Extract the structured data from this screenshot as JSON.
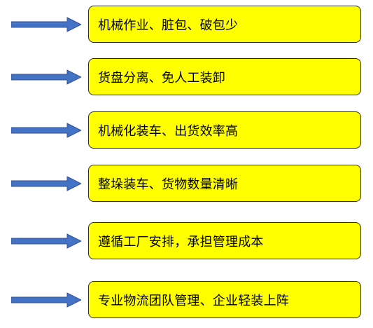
{
  "items": [
    {
      "label": "机械作业、脏包、破包少"
    },
    {
      "label": "货盘分离、免人工装卸"
    },
    {
      "label": "机械化装车、出货效率高"
    },
    {
      "label": "整垛装车、货物数量清晰"
    },
    {
      "label": "遵循工厂安排，承担管理成本"
    },
    {
      "label": "专业物流团队管理、企业轻装上阵"
    }
  ],
  "colors": {
    "box_fill": "#ffff00",
    "box_border": "#2b2b2b",
    "arrow_fill": "#4472c4",
    "arrow_stroke": "#2f4f8f"
  }
}
